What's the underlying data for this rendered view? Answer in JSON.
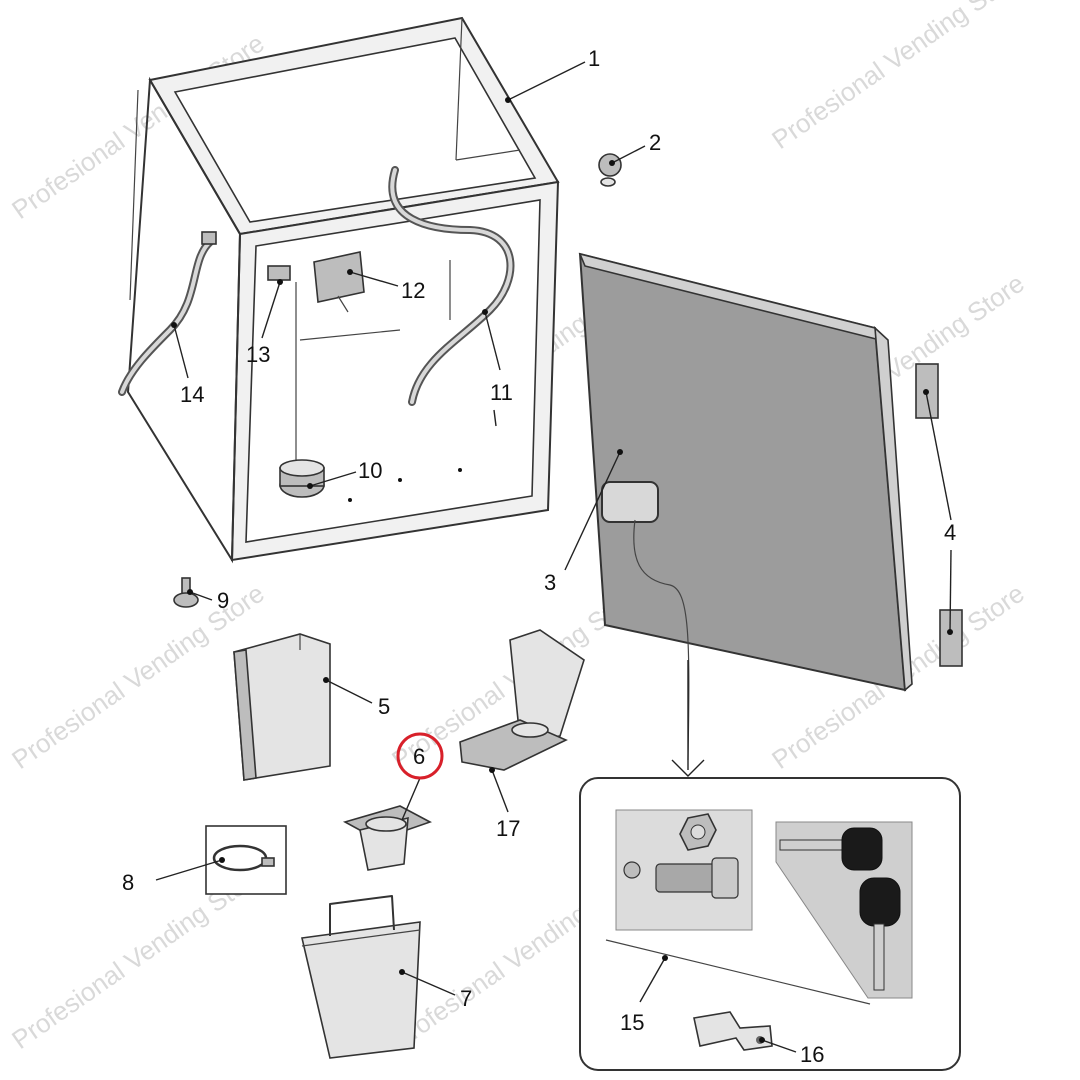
{
  "watermark": "Profesional Vending Store",
  "highlight": {
    "label": "6",
    "color": "#d8202a"
  },
  "callouts": [
    {
      "id": "1",
      "label": "1"
    },
    {
      "id": "2",
      "label": "2"
    },
    {
      "id": "3",
      "label": "3"
    },
    {
      "id": "4",
      "label": "4"
    },
    {
      "id": "5",
      "label": "5"
    },
    {
      "id": "6",
      "label": "6"
    },
    {
      "id": "7",
      "label": "7"
    },
    {
      "id": "8",
      "label": "8"
    },
    {
      "id": "9",
      "label": "9"
    },
    {
      "id": "10",
      "label": "10"
    },
    {
      "id": "11",
      "label": "11"
    },
    {
      "id": "12",
      "label": "12"
    },
    {
      "id": "13",
      "label": "13"
    },
    {
      "id": "14",
      "label": "14"
    },
    {
      "id": "15",
      "label": "15"
    },
    {
      "id": "16",
      "label": "16"
    },
    {
      "id": "17",
      "label": "17"
    }
  ],
  "colors": {
    "door": "#9c9c9c",
    "frame": "#f1f1f1",
    "line": "#333333"
  }
}
